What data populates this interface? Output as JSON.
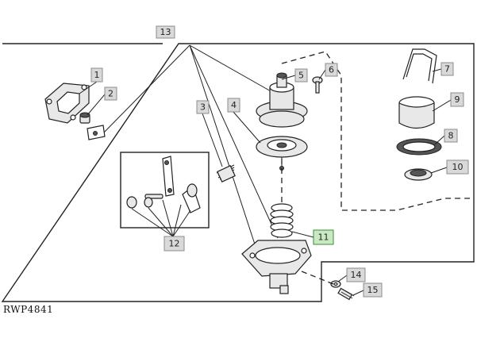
{
  "figure_id": "RWP4841",
  "callouts": {
    "c1": "1",
    "c2": "2",
    "c3": "3",
    "c4": "4",
    "c5": "5",
    "c6": "6",
    "c7": "7",
    "c8": "8",
    "c9": "9",
    "c10": "10",
    "c11": "11",
    "c12": "12",
    "c13": "13",
    "c14": "14",
    "c15": "15"
  },
  "highlighted_callout": "11",
  "colors": {
    "callout_fill": "#d9d9d9",
    "highlight_fill": "#c9e9c0",
    "highlight_stroke": "#3c8c3c",
    "line": "#222222"
  }
}
